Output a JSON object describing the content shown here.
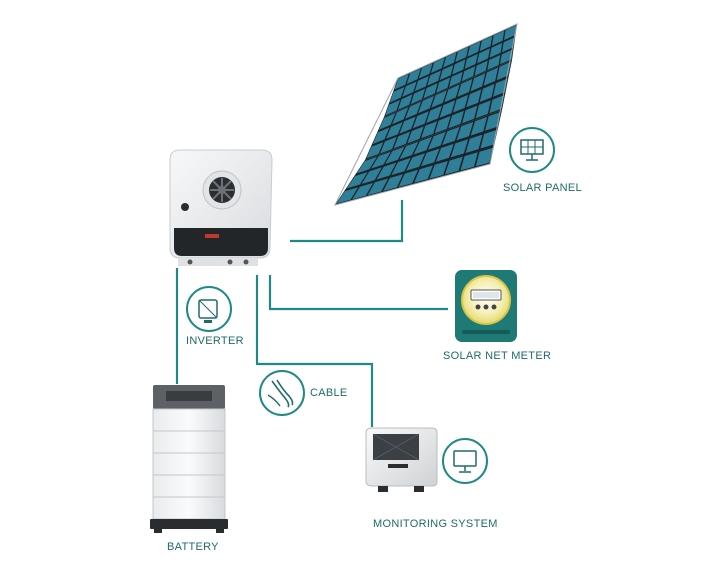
{
  "labels": {
    "solar_panel": "SOLAR PANEL",
    "solar_net_meter": "SOLAR NET METER",
    "inverter": "INVERTER",
    "cable": "CABLE",
    "monitoring_system": "MONITORING SYSTEM",
    "battery": "BATTERY"
  },
  "colors": {
    "accent": "#1f8a85",
    "label": "#1f6b6a",
    "panel_cell": "#2f7f99",
    "panel_frame": "#1c2329",
    "device_body": "#f0f1f2",
    "device_dark": "#222629"
  },
  "icons": {
    "solar_panel": "solar-panel-icon",
    "solar_net_meter": "meter-icon",
    "inverter": "inverter-icon",
    "cable": "cable-icon",
    "monitoring_system": "monitor-icon"
  }
}
